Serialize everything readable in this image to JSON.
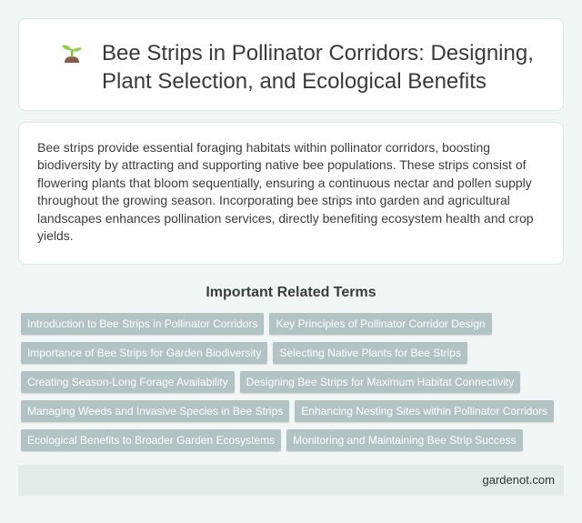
{
  "header": {
    "icon": "sprout-icon",
    "title": "Bee Strips in Pollinator Corridors: Designing, Plant Selection, and Ecological Benefits"
  },
  "intro": {
    "text": "Bee strips provide essential foraging habitats within pollinator corridors, boosting biodiversity by attracting and supporting native bee populations. These strips consist of flowering plants that bloom sequentially, ensuring a continuous nectar and pollen supply throughout the growing season. Incorporating bee strips into garden and agricultural landscapes enhances pollination services, directly benefiting ecosystem health and crop yields."
  },
  "related": {
    "heading": "Important Related Terms",
    "tags": [
      "Introduction to Bee Strips in Pollinator Corridors",
      "Key Principles of Pollinator Corridor Design",
      "Importance of Bee Strips for Garden Biodiversity",
      "Selecting Native Plants for Bee Strips",
      "Creating Season-Long Forage Availability",
      "Designing Bee Strips for Maximum Habitat Connectivity",
      "Managing Weeds and Invasive Species in Bee Strips",
      "Enhancing Nesting Sites within Pollinator Corridors",
      "Ecological Benefits to Broader Garden Ecosystems",
      "Monitoring and Maintaining Bee Strip Success"
    ]
  },
  "footer": {
    "site": "gardenot.com"
  },
  "colors": {
    "page_bg": "#f0f7f4",
    "card_bg": "#ffffff",
    "tag_bg": "#b3c3c3",
    "footer_bg": "#e3ece9"
  }
}
